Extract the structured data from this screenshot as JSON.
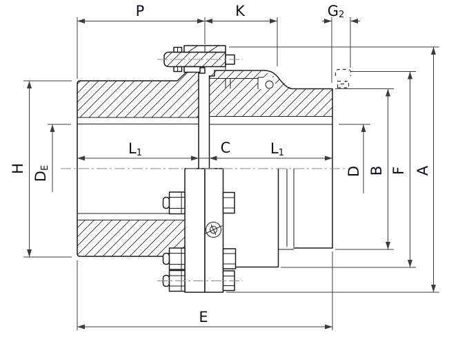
{
  "drawing": {
    "type": "technical-cross-section",
    "subject": "elastic pin flange coupling, half-section with dimension callouts",
    "colors": {
      "line": "#1a1a1a",
      "dimension_line": "#3c3c3c",
      "centerline": "#8a8a8a",
      "label_text": "#0d0d1f",
      "background": "#ffffff"
    },
    "dimensions": {
      "horizontal_top": [
        {
          "label": "P"
        },
        {
          "label": "K"
        },
        {
          "label": "G",
          "subscript": "2"
        }
      ],
      "horizontal_mid": [
        {
          "label": "L",
          "subscript": "1"
        },
        {
          "label": "C"
        },
        {
          "label": "L",
          "subscript": "1"
        }
      ],
      "vertical_left": [
        {
          "label": "H"
        },
        {
          "label": "D",
          "subscript": "E"
        }
      ],
      "vertical_right": [
        {
          "label": "D"
        },
        {
          "label": "B"
        },
        {
          "label": "F"
        },
        {
          "label": "A"
        }
      ],
      "horizontal_bottom": [
        {
          "label": "E"
        }
      ]
    }
  }
}
